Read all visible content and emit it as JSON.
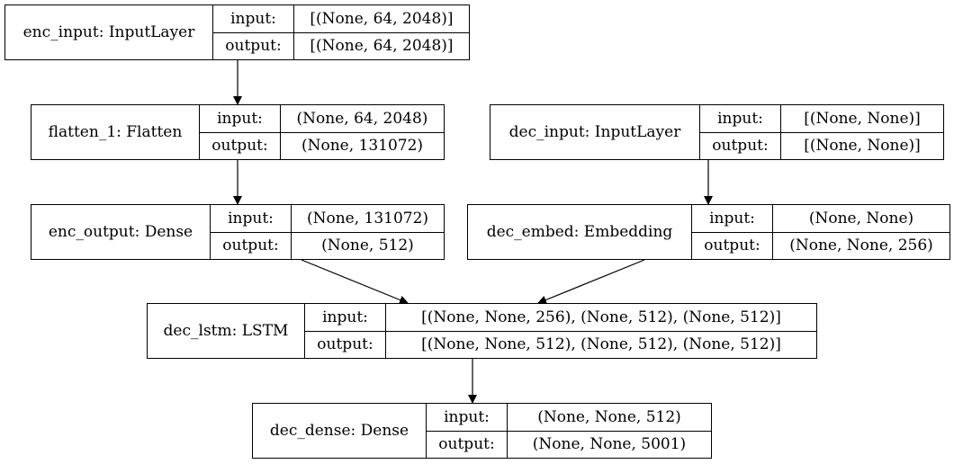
{
  "nodes": {
    "enc_input": {
      "name": "enc_input: InputLayer",
      "input_label": "input:",
      "output_label": "output:",
      "input": "[(None, 64, 2048)]",
      "output": "[(None, 64, 2048)]"
    },
    "flatten_1": {
      "name": "flatten_1: Flatten",
      "input_label": "input:",
      "output_label": "output:",
      "input": "(None, 64, 2048)",
      "output": "(None, 131072)"
    },
    "dec_input": {
      "name": "dec_input: InputLayer",
      "input_label": "input:",
      "output_label": "output:",
      "input": "[(None, None)]",
      "output": "[(None, None)]"
    },
    "enc_output": {
      "name": "enc_output: Dense",
      "input_label": "input:",
      "output_label": "output:",
      "input": "(None, 131072)",
      "output": "(None, 512)"
    },
    "dec_embed": {
      "name": "dec_embed: Embedding",
      "input_label": "input:",
      "output_label": "output:",
      "input": "(None, None)",
      "output": "(None, None, 256)"
    },
    "dec_lstm": {
      "name": "dec_lstm: LSTM",
      "input_label": "input:",
      "output_label": "output:",
      "input": "[(None, None, 256), (None, 512), (None, 512)]",
      "output": "[(None, None, 512), (None, 512), (None, 512)]"
    },
    "dec_dense": {
      "name": "dec_dense: Dense",
      "input_label": "input:",
      "output_label": "output:",
      "input": "(None, None, 512)",
      "output": "(None, None, 5001)"
    }
  }
}
